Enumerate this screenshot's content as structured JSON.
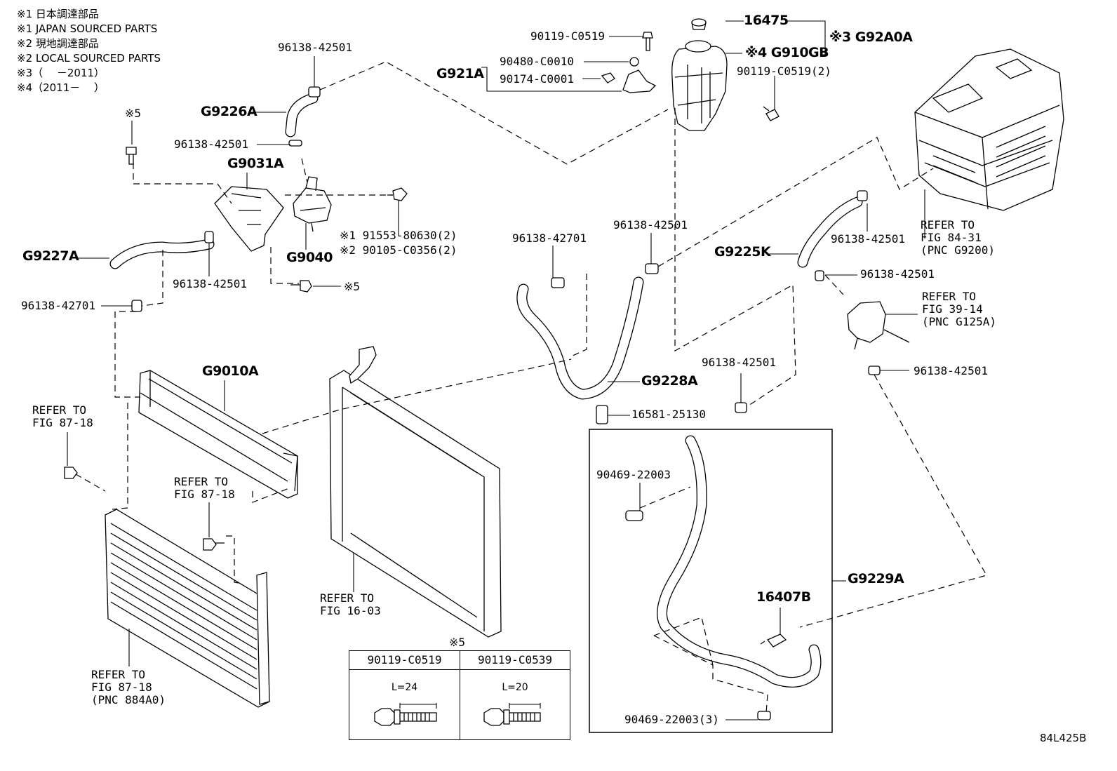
{
  "notes": [
    "※1 日本調達部品",
    "※1 JAPAN SOURCED PARTS",
    "※2 現地調達部品",
    "※2 LOCAL SOURCED PARTS",
    "※3（　 －2011）",
    "※4（2011－　 ）"
  ],
  "callouts": {
    "c16475": "16475",
    "c90119_c0519_top": "90119-C0519",
    "c92a0a": "※3 G92A0A",
    "c910gb": "※4 G910GB",
    "c90480": "90480-C0010",
    "c921a": "G921A",
    "c90174": "90174-C0001",
    "c90119_c0519_2": "90119-C0519(2)",
    "c96138_top": "96138-42501",
    "c9226a": "G9226A",
    "c96138_b": "96138-42501",
    "c9031a": "G9031A",
    "c_x5_top": "※5",
    "c91553": "※1 91553-80630(2)",
    "c90105": "※2 90105-C0356(2)",
    "c9040": "G9040",
    "c9227a": "G9227A",
    "c96138_c": "96138-42501",
    "c_x5_bolt": "※5",
    "c96138_42701_left": "96138-42701",
    "c9010a": "G9010A",
    "c96138_42701_mid": "96138-42701",
    "c96138_mid": "96138-42501",
    "c9225k": "G9225K",
    "c96138_r1": "96138-42501",
    "c96138_r2": "96138-42501",
    "c96138_r3": "96138-42501",
    "c9228a": "G9228A",
    "c96138_box": "96138-42501",
    "c16581": "16581-25130",
    "c90469_a": "90469-22003",
    "c16407b": "16407B",
    "c9229a": "G9229A",
    "c90469_b": "90469-22003(3)"
  },
  "refer": {
    "fig84": [
      "REFER TO",
      "FIG 84-31",
      "(PNC G9200)"
    ],
    "fig39": [
      "REFER TO",
      "FIG 39-14",
      "(PNC G125A)"
    ],
    "fig87a": [
      "REFER TO",
      "FIG 87-18"
    ],
    "fig87b": [
      "REFER TO",
      "FIG 87-18"
    ],
    "fig16": [
      "REFER TO",
      "FIG 16-03"
    ],
    "fig87c": [
      "REFER TO",
      "FIG 87-18",
      "(PNC 884A0)"
    ]
  },
  "bolt_table": {
    "marker": "※5",
    "columns": [
      {
        "part": "90119-C0519",
        "length": "L=24"
      },
      {
        "part": "90119-C0539",
        "length": "L=20"
      }
    ]
  },
  "figure_code": "84L425B"
}
